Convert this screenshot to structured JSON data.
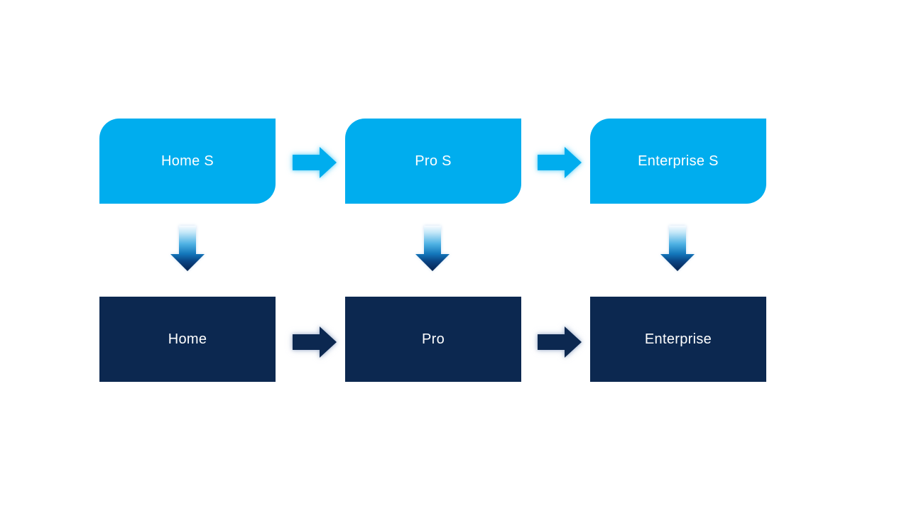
{
  "diagram": {
    "columns": [
      {
        "top_box": "Home S",
        "bottom_box": "Home"
      },
      {
        "top_box": "Pro S",
        "bottom_box": "Pro"
      },
      {
        "top_box": "Enterprise S",
        "bottom_box": "Enterprise"
      }
    ],
    "colors": {
      "background": "#FFFFFF",
      "top_box_fill": "#00ADEE",
      "bottom_box_fill": "#0C2850",
      "label_text": "#FFFFFF",
      "top_arrow_fill": "#00ADEE",
      "top_arrow_glow": "#7DD8F8",
      "bottom_arrow_fill": "#0C2850",
      "bottom_arrow_glow": "#AAB9D2",
      "down_arrow_gradient": [
        "#F8FCFF",
        "#C3E7F8",
        "#4FB2E4",
        "#1377BB",
        "#0A4585",
        "#06224E"
      ]
    }
  }
}
